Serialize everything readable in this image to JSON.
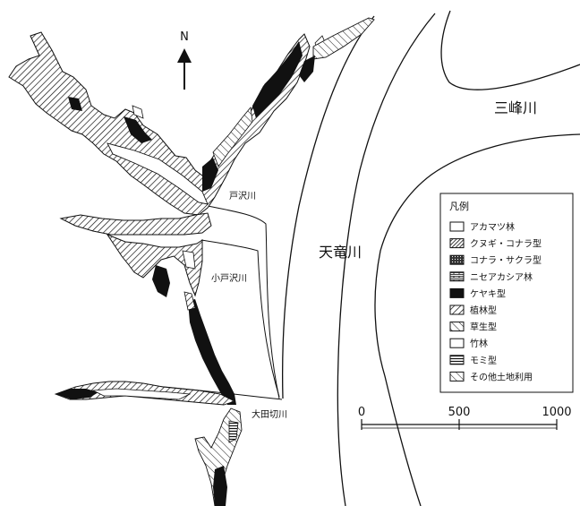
{
  "map": {
    "north_label": "N",
    "river_labels": {
      "tenryu": "天竜川",
      "mine": "三峰川",
      "tozawa": "戸沢川",
      "kotozawa": "小戸沢川",
      "ootagiri": "大田切川"
    },
    "legend": {
      "title": "凡例",
      "items": [
        {
          "label": "アカマツ林",
          "pattern": "white"
        },
        {
          "label": "クヌギ・コナラ型",
          "pattern": "diag-dense"
        },
        {
          "label": "コナラ・サクラ型",
          "pattern": "dark-dots"
        },
        {
          "label": "ニセアカシア林",
          "pattern": "brick"
        },
        {
          "label": "ケヤキ型",
          "pattern": "black"
        },
        {
          "label": "植林型",
          "pattern": "diag-lines"
        },
        {
          "label": "草生型",
          "pattern": "backslash-box"
        },
        {
          "label": "竹林",
          "pattern": "white"
        },
        {
          "label": "モミ型",
          "pattern": "horizontal"
        },
        {
          "label": "その他土地利用",
          "pattern": "backslash-sparse"
        }
      ]
    },
    "scale": {
      "ticks": [
        "0",
        "500",
        "1000"
      ]
    },
    "colors": {
      "ink": "#111111",
      "paper": "#ffffff"
    }
  }
}
